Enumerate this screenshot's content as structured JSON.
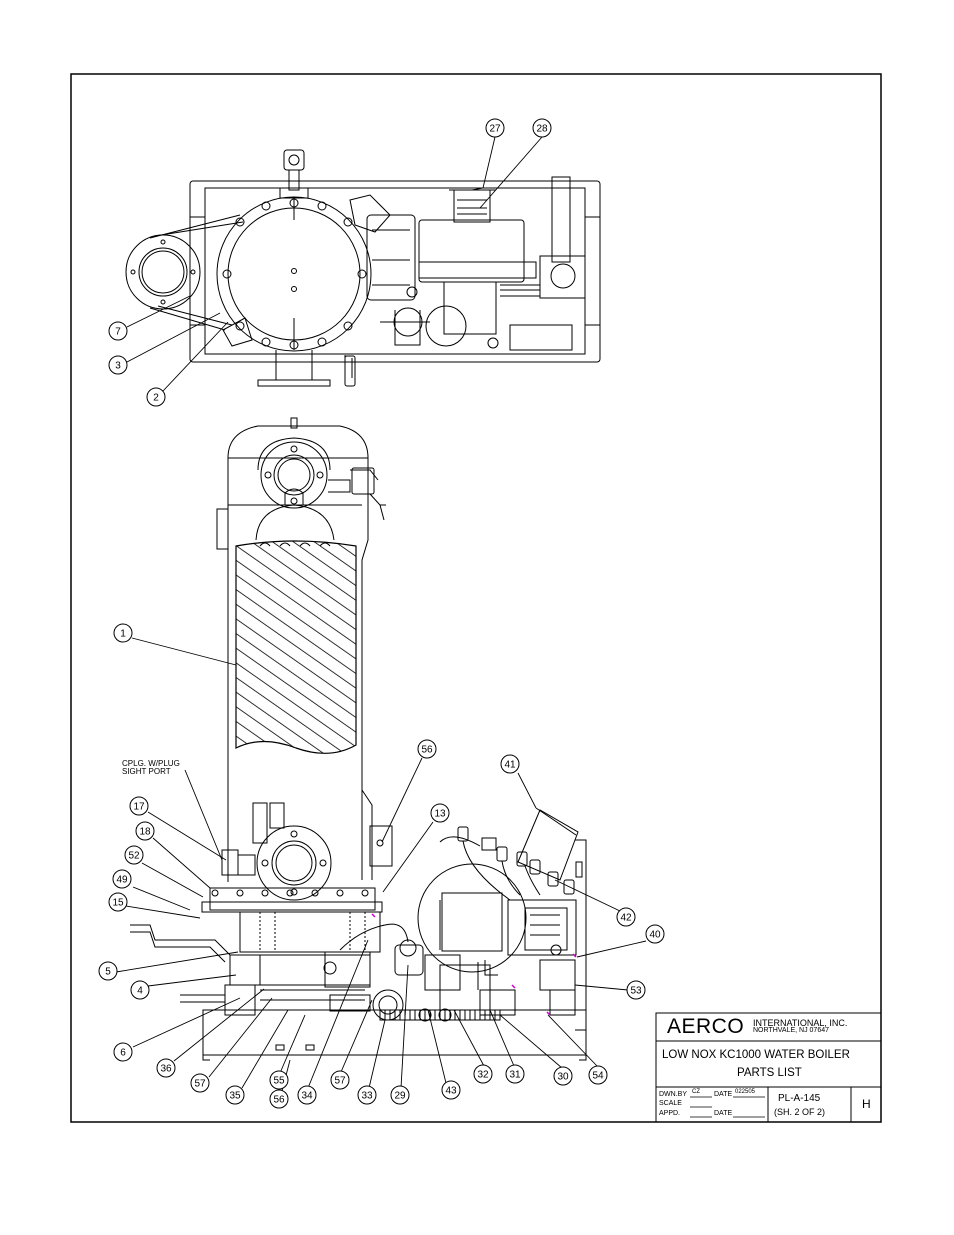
{
  "callouts": [
    {
      "id": "c27",
      "label": "27"
    },
    {
      "id": "c28",
      "label": "28"
    },
    {
      "id": "c7",
      "label": "7"
    },
    {
      "id": "c3",
      "label": "3"
    },
    {
      "id": "c2",
      "label": "2"
    },
    {
      "id": "c1",
      "label": "1"
    },
    {
      "id": "c56a",
      "label": "56"
    },
    {
      "id": "c41",
      "label": "41"
    },
    {
      "id": "c17",
      "label": "17"
    },
    {
      "id": "c13",
      "label": "13"
    },
    {
      "id": "c18",
      "label": "18"
    },
    {
      "id": "c52",
      "label": "52"
    },
    {
      "id": "c49",
      "label": "49"
    },
    {
      "id": "c15",
      "label": "15"
    },
    {
      "id": "c42",
      "label": "42"
    },
    {
      "id": "c40",
      "label": "40"
    },
    {
      "id": "c5",
      "label": "5"
    },
    {
      "id": "c4",
      "label": "4"
    },
    {
      "id": "c53",
      "label": "53"
    },
    {
      "id": "c6",
      "label": "6"
    },
    {
      "id": "c36",
      "label": "36"
    },
    {
      "id": "c57a",
      "label": "57"
    },
    {
      "id": "c35",
      "label": "35"
    },
    {
      "id": "c55",
      "label": "55"
    },
    {
      "id": "c56b",
      "label": "56"
    },
    {
      "id": "c34",
      "label": "34"
    },
    {
      "id": "c57b",
      "label": "57"
    },
    {
      "id": "c33",
      "label": "33"
    },
    {
      "id": "c29",
      "label": "29"
    },
    {
      "id": "c43",
      "label": "43"
    },
    {
      "id": "c32",
      "label": "32"
    },
    {
      "id": "c31",
      "label": "31"
    },
    {
      "id": "c30",
      "label": "30"
    },
    {
      "id": "c54",
      "label": "54"
    }
  ],
  "notes": {
    "sight_port_line1": "CPLG. W/PLUG",
    "sight_port_line2": "SIGHT PORT"
  },
  "title_block": {
    "logo": "AERCO",
    "company_line1": "INTERNATIONAL, INC.",
    "company_line2": "NORTHVALE, NJ   07647",
    "title_line1": "LOW NOX KC1000 WATER BOILER",
    "title_line2": "PARTS LIST",
    "drawn_by_label": "DWN.BY",
    "drawn_by": "CZ",
    "date_label": "DATE",
    "date": "022505",
    "scale_label": "SCALE",
    "approved_label": "APPD.",
    "date_label_2": "DATE",
    "drawing_number": "PL-A-145",
    "sheet": "(SH. 2 OF 2)",
    "revision": "H"
  },
  "colors": {
    "line": "#000000",
    "accent": "#cc00cc"
  }
}
